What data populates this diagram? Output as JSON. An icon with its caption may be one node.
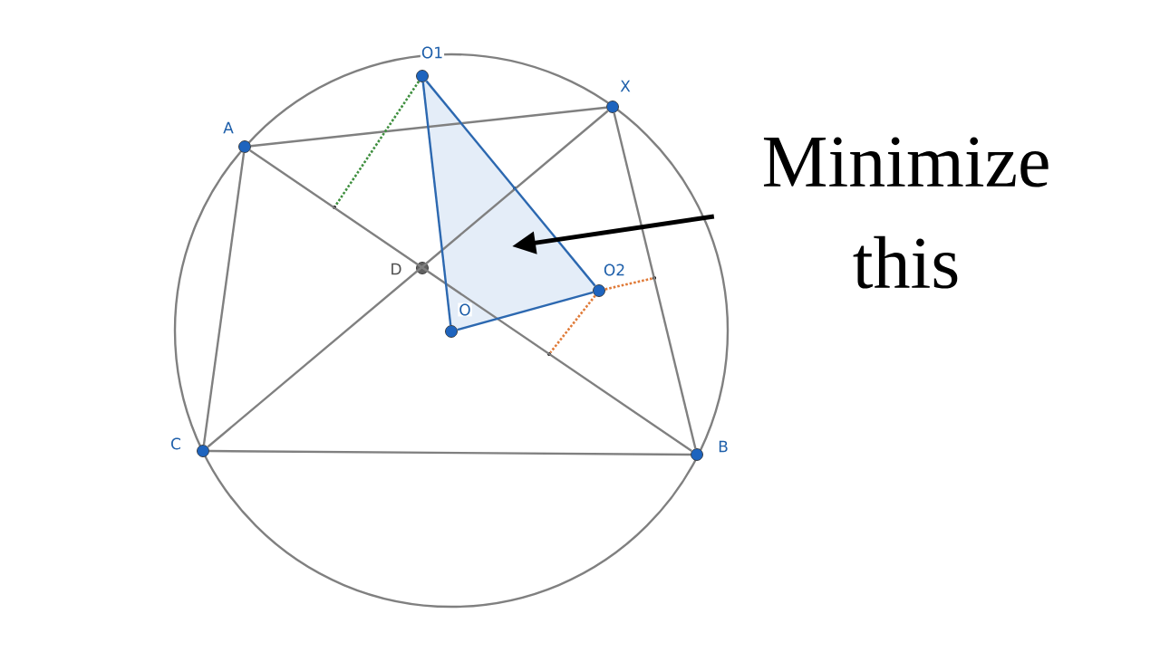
{
  "diagram": {
    "nodes": [
      {
        "text": [
          "A"
        ]
      },
      {
        "text": [
          "O1"
        ]
      },
      {
        "text": [
          "X"
        ]
      },
      {
        "text": [
          "D"
        ]
      },
      {
        "text": [
          "O2"
        ]
      },
      {
        "text": [
          "O"
        ]
      },
      {
        "text": [
          "C"
        ]
      },
      {
        "text": [
          "B"
        ]
      },
      {
        "text": [],
        "shape": "circle"
      },
      {
        "text": [],
        "shape": "circle"
      },
      {
        "text": [],
        "shape": "circle"
      },
      {
        "text": [],
        "shape": "circle"
      },
      {
        "text": [
          "Minimize this"
        ]
      }
    ],
    "edges": [
      {
        "from": 0,
        "to": 2,
        "arrow": "none"
      },
      {
        "from": 0,
        "to": 6,
        "arrow": "none"
      },
      {
        "from": 6,
        "to": 7,
        "arrow": "none"
      },
      {
        "from": 2,
        "to": 7,
        "arrow": "none"
      },
      {
        "from": 0,
        "to": 7,
        "arrow": "none"
      },
      {
        "from": 6,
        "to": 2,
        "arrow": "none"
      },
      {
        "from": 1,
        "to": 5,
        "arrow": "none",
        "color": "#2c68b0"
      },
      {
        "from": 5,
        "to": 4,
        "arrow": "none",
        "color": "#2c68b0"
      },
      {
        "from": 4,
        "to": 1,
        "arrow": "none",
        "color": "#2c68b0"
      },
      {
        "from": 1,
        "to": 8,
        "arrow": "none",
        "style": "dashed",
        "color": "#3f8f3f"
      },
      {
        "from": 4,
        "to": 10,
        "arrow": "none",
        "style": "dashed",
        "color": "#e07b39"
      },
      {
        "from": 4,
        "to": 11,
        "arrow": "none",
        "style": "dashed",
        "color": "#e07b39"
      },
      {
        "from": 12,
        "to": null,
        "arrow": "to",
        "style": "thick",
        "color": "#000000"
      }
    ]
  }
}
